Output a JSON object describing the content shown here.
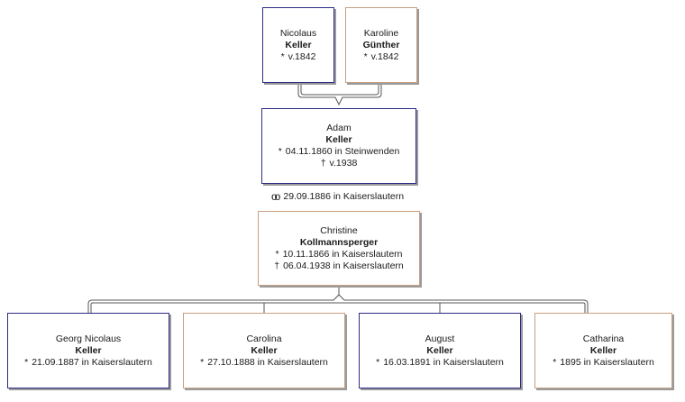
{
  "colors": {
    "male_border": "#2b2b86",
    "female_border": "#c89f80",
    "line": "#555555"
  },
  "grandparents": {
    "father": {
      "given": "Nicolaus",
      "surname": "Keller",
      "birth": "v.1842"
    },
    "mother": {
      "given": "Karoline",
      "surname": "Günther",
      "birth": "v.1842"
    }
  },
  "adam": {
    "given": "Adam",
    "surname": "Keller",
    "birth": "04.11.1860 in Steinwenden",
    "death": "v.1938"
  },
  "marriage": {
    "symbol": "ring-icon",
    "text": "29.09.1886 in Kaiserslautern"
  },
  "christine": {
    "given": "Christine",
    "surname": "Kollmannsperger",
    "birth": "10.11.1866 in Kaiserslautern",
    "death": "06.04.1938 in Kaiserslautern"
  },
  "children": [
    {
      "given": "Georg Nicolaus",
      "surname": "Keller",
      "birth": "21.09.1887 in Kaiserslautern",
      "sex": "male"
    },
    {
      "given": "Carolina",
      "surname": "Keller",
      "birth": "27.10.1888 in Kaiserslautern",
      "sex": "female"
    },
    {
      "given": "August",
      "surname": "Keller",
      "birth": "16.03.1891 in Kaiserslautern",
      "sex": "male"
    },
    {
      "given": "Catharina",
      "surname": "Keller",
      "birth": "1895 in Kaiserslautern",
      "sex": "female"
    }
  ],
  "symbols": {
    "birth": "*",
    "death": "†"
  }
}
